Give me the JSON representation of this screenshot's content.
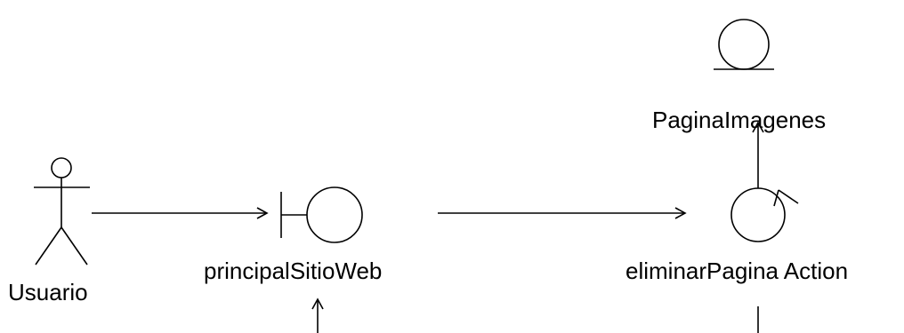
{
  "nodes": {
    "actor": {
      "label": "Usuario",
      "kind": "actor"
    },
    "boundary": {
      "label": "principalSitioWeb",
      "kind": "boundary"
    },
    "control": {
      "label": "eliminarPagina Action",
      "kind": "control"
    },
    "entity": {
      "label": "PaginaImagenes",
      "kind": "entity"
    }
  },
  "edges": [
    {
      "from": "Usuario",
      "to": "principalSitioWeb"
    },
    {
      "from": "principalSitioWeb",
      "to": "eliminarPagina Action"
    },
    {
      "from": "eliminarPagina Action",
      "to": "PaginaImagenes"
    }
  ],
  "colors": {
    "stroke": "#000000",
    "background": "#ffffff"
  }
}
